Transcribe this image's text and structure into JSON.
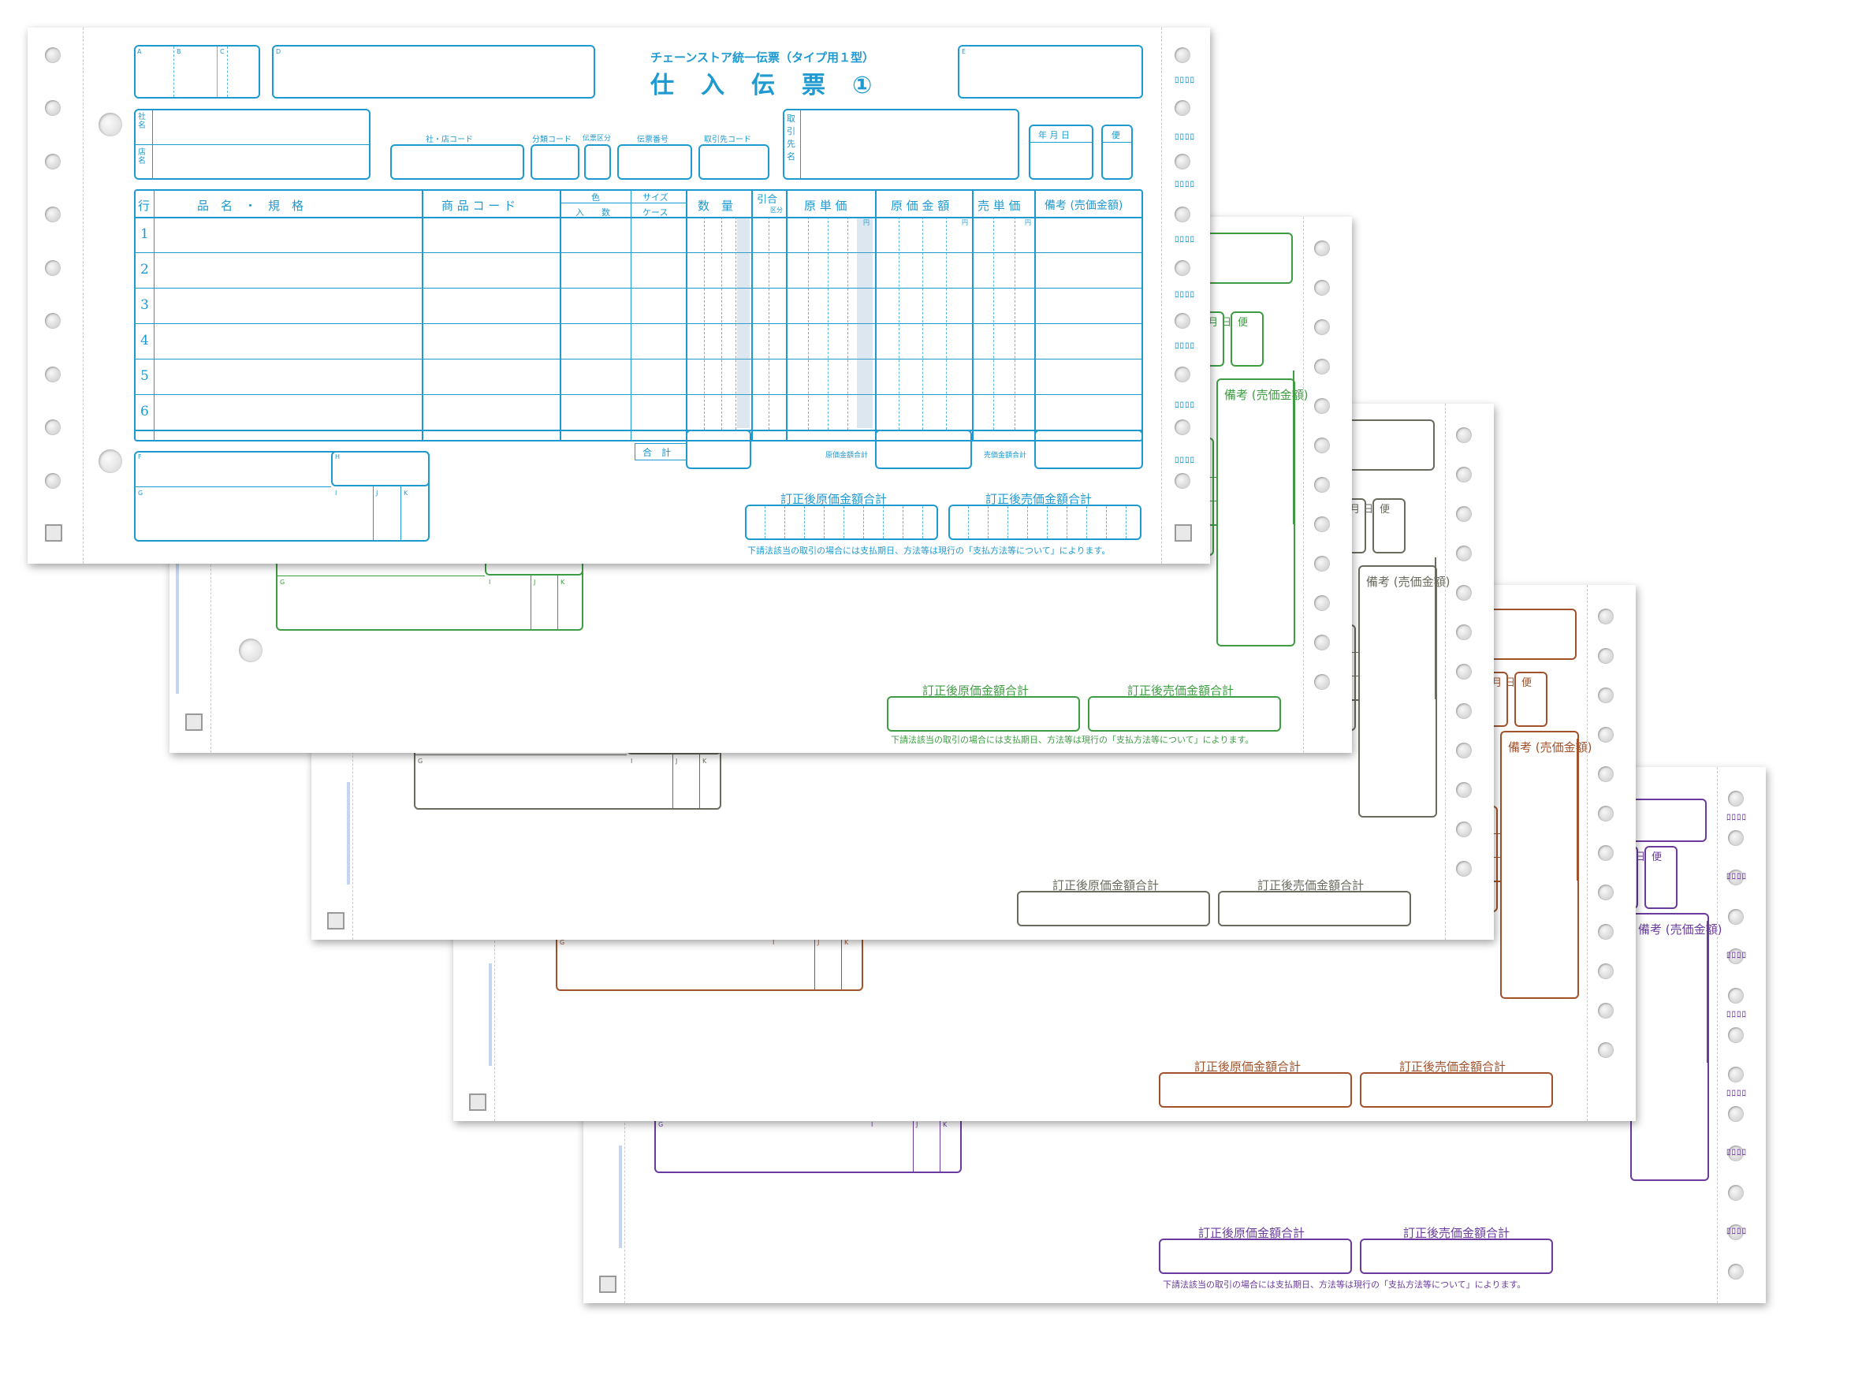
{
  "form": {
    "title_small": "チェーンストア統一伝票（タイプ用１型）",
    "title_large": "仕　入　伝　票　①",
    "box_labels": {
      "a": "A",
      "b": "B",
      "c": "C",
      "d": "D",
      "e": "E",
      "f": "F",
      "g": "G",
      "h": "H",
      "i": "I",
      "j": "J",
      "k": "K"
    },
    "shamei": "社名",
    "tenmei": "店名",
    "torihikisaki": "取引先名",
    "codes": {
      "sha_ten": "社・店コード",
      "bunrui": "分類コード",
      "denpyo_kubun": "伝票区分",
      "denpyo_bango": "伝票番号",
      "torihikisaki_code": "取引先コード"
    },
    "date_header": "年 月 日",
    "bin": "便",
    "columns": {
      "gyo": "行",
      "hinmei": "品　名　・　規　格",
      "shohin_code": "商 品 コ ー ド",
      "iro": "色",
      "irisu": "入　　数",
      "size": "サイズ",
      "case": "ケース",
      "suryo": "数　量",
      "hikiai": "引合",
      "kubun": "区分",
      "gentanka": "原 単 価",
      "genka_kingaku": "原 価 金 額",
      "baitanka": "売 単 価",
      "biko": "備考 (売価金額)",
      "en": "円"
    },
    "rows": [
      "1",
      "2",
      "3",
      "4",
      "5",
      "6"
    ],
    "gokei": "合　計",
    "genka_gokei": "原価金額合計",
    "baika_gokei": "売価金額合計",
    "teisei_genka": "訂正後原価金額合計",
    "teisei_baika": "訂正後売価金額合計",
    "footer_note": "下請法該当の取引の場合には支払期日、方法等は現行の「支払方法等について」によります。",
    "perf_marks": "ﾛﾛﾛﾛ",
    "perf_marks2": "ﾛﾛﾛﾛ"
  },
  "colors": {
    "sheet1": "#1e9ad0",
    "sheet2": "#3e9d43",
    "sheet3": "#6a6a5e",
    "sheet4": "#a1522b",
    "sheet5": "#6a3b9c"
  }
}
